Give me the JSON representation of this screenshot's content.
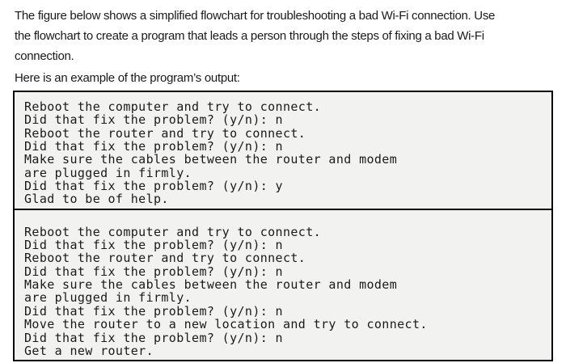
{
  "page": {
    "intro_lines": [
      "The figure below shows a simplified flowchart for troubleshooting a bad Wi-Fi connection. Use",
      "the flowchart to create a program that leads a person through the steps of fixing a bad Wi-Fi",
      "connection."
    ],
    "example_label": "Here is an example of the program’s output:"
  },
  "console": {
    "run1_lines": [
      "Reboot the computer and try to connect.",
      "Did that fix the problem? (y/n): n",
      "Reboot the router and try to connect.",
      "Did that fix the problem? (y/n): n",
      "Make sure the cables between the router and modem",
      "are plugged in firmly.",
      "Did that fix the problem? (y/n): y",
      "Glad to be of help."
    ],
    "run2_lines": [
      "Reboot the computer and try to connect.",
      "Did that fix the problem? (y/n): n",
      "Reboot the router and try to connect.",
      "Did that fix the problem? (y/n): n",
      "Make sure the cables between the router and modem",
      "are plugged in firmly.",
      "Did that fix the problem? (y/n): n",
      "Move the router to a new location and try to connect.",
      "Did that fix the problem? (y/n): n",
      "Get a new router."
    ]
  },
  "colors": {
    "page_bg": "#ffffff",
    "console_bg": "#f2f2f1",
    "border": "#000000",
    "text": "#1a1a1a"
  }
}
